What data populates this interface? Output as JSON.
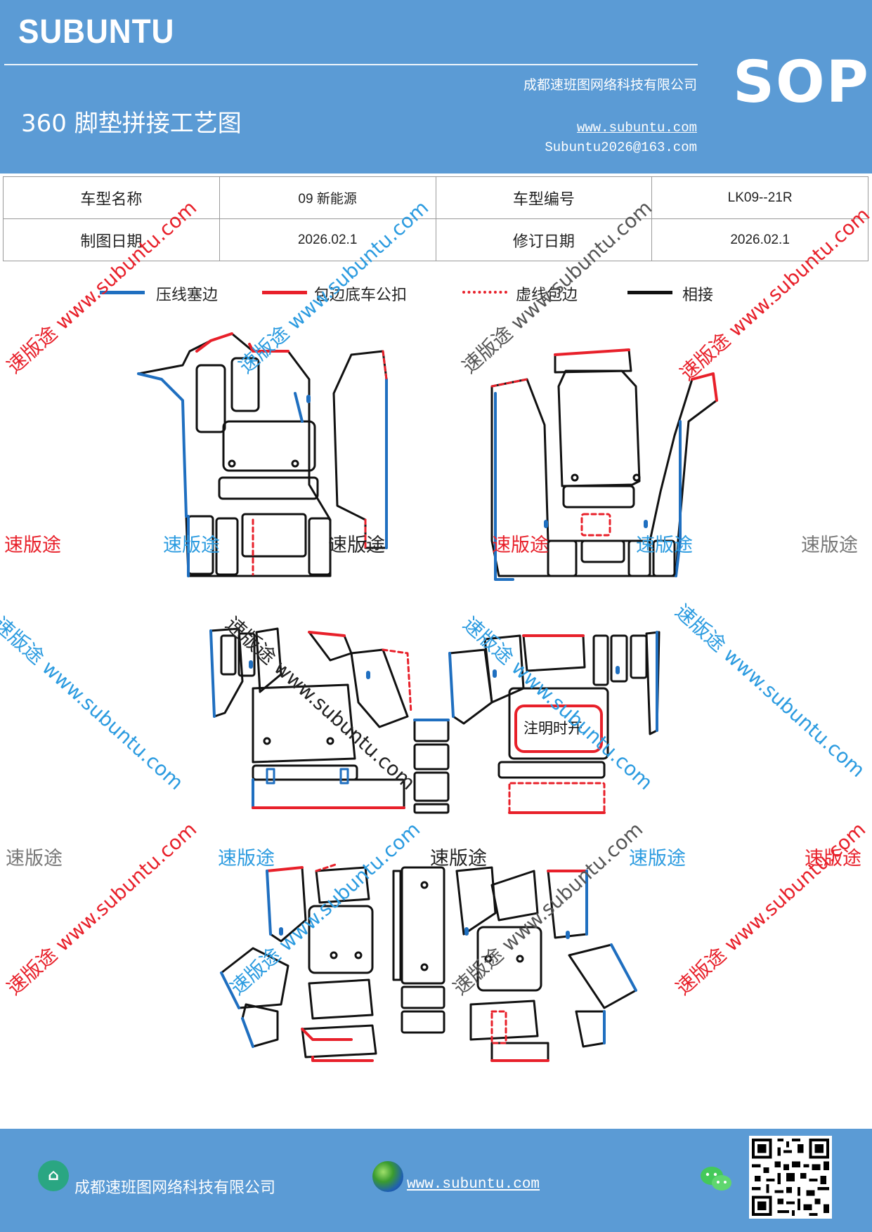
{
  "header": {
    "brand": "SUBUNTU",
    "company": "成都速班图网络科技有限公司",
    "title": "360 脚垫拼接工艺图",
    "website": "www.subuntu.com",
    "email": "Subuntu2026@163.com",
    "badge": "SOP"
  },
  "info_table": {
    "rows": [
      [
        "车型名称",
        "09 新能源",
        "车型编号",
        "LK09--21R"
      ],
      [
        "制图日期",
        "2026.02.1",
        "修订日期",
        "2026.02.1"
      ]
    ]
  },
  "legend": [
    {
      "label": "压线塞边",
      "color": "#1f6fc0",
      "style": "solid"
    },
    {
      "label": "包边底车公扣",
      "color": "#e8202a",
      "style": "solid"
    },
    {
      "label": "虚线包边",
      "color": "#e8202a",
      "style": "dotted"
    },
    {
      "label": "相接",
      "color": "#111111",
      "style": "solid"
    }
  ],
  "diagram": {
    "note": "注明时开"
  },
  "watermarks": {
    "brand": "速版途",
    "url": "www.subuntu.com",
    "combo": "速版途 www.subuntu.com",
    "colors": {
      "red": "#e8202a",
      "blue": "#2b9be0",
      "gray": "#777777",
      "black": "#222222"
    }
  },
  "footer": {
    "company": "成都速班图网络科技有限公司",
    "website": "www.subuntu.com"
  }
}
